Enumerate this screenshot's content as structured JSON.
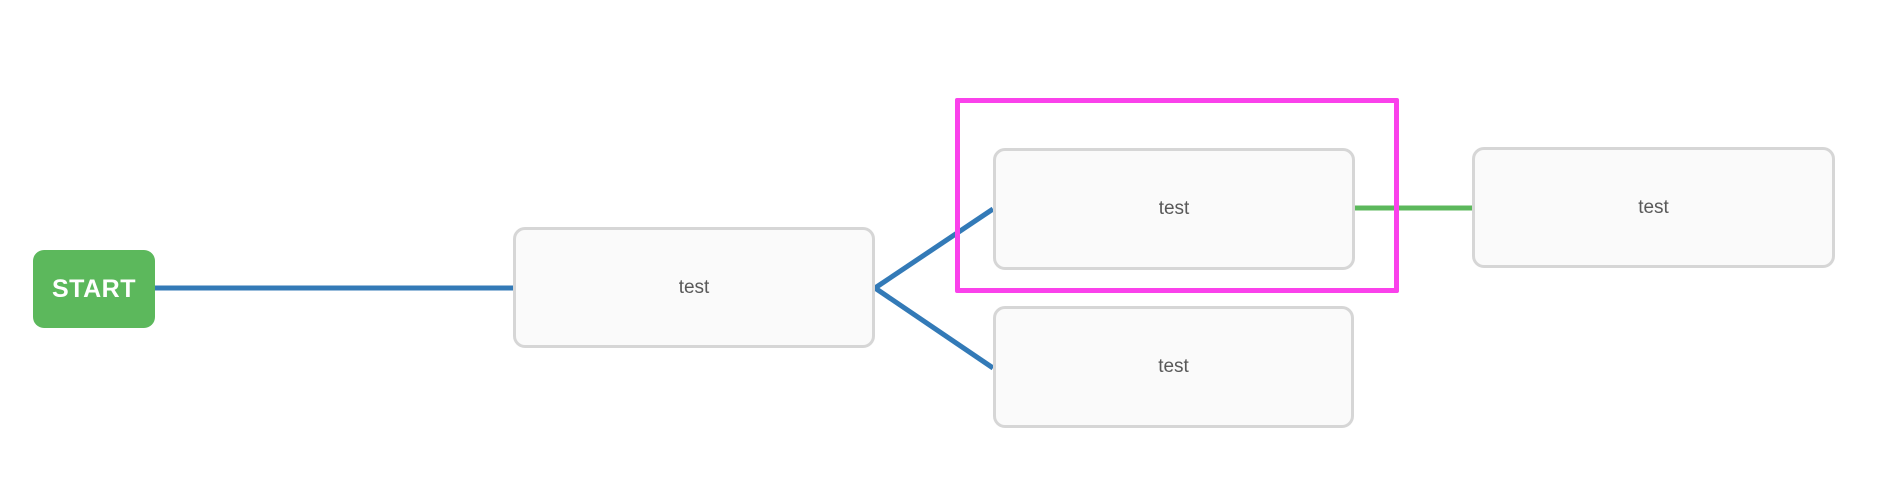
{
  "canvas": {
    "background_color": "#ffffff"
  },
  "start_node": {
    "label": "START",
    "background_color": "#5cb85c",
    "text_color": "#ffffff"
  },
  "nodes": [
    {
      "id": "node-1",
      "label": "test",
      "highlighted": false
    },
    {
      "id": "node-2",
      "label": "test",
      "highlighted": true
    },
    {
      "id": "node-3",
      "label": "test",
      "highlighted": false
    },
    {
      "id": "node-4",
      "label": "test",
      "highlighted": false
    }
  ],
  "node_style": {
    "background_color": "#fafafa",
    "border_color": "#d6d6d6",
    "text_color": "#595959"
  },
  "edges": [
    {
      "from": "start",
      "to": "node-1",
      "color": "#337ab7"
    },
    {
      "from": "node-1",
      "to": "node-2",
      "color": "#337ab7"
    },
    {
      "from": "node-1",
      "to": "node-3",
      "color": "#337ab7"
    },
    {
      "from": "node-2",
      "to": "node-4",
      "color": "#5cb85c"
    }
  ],
  "selection": {
    "target": "node-2",
    "highlight_color": "#fa41eb"
  }
}
